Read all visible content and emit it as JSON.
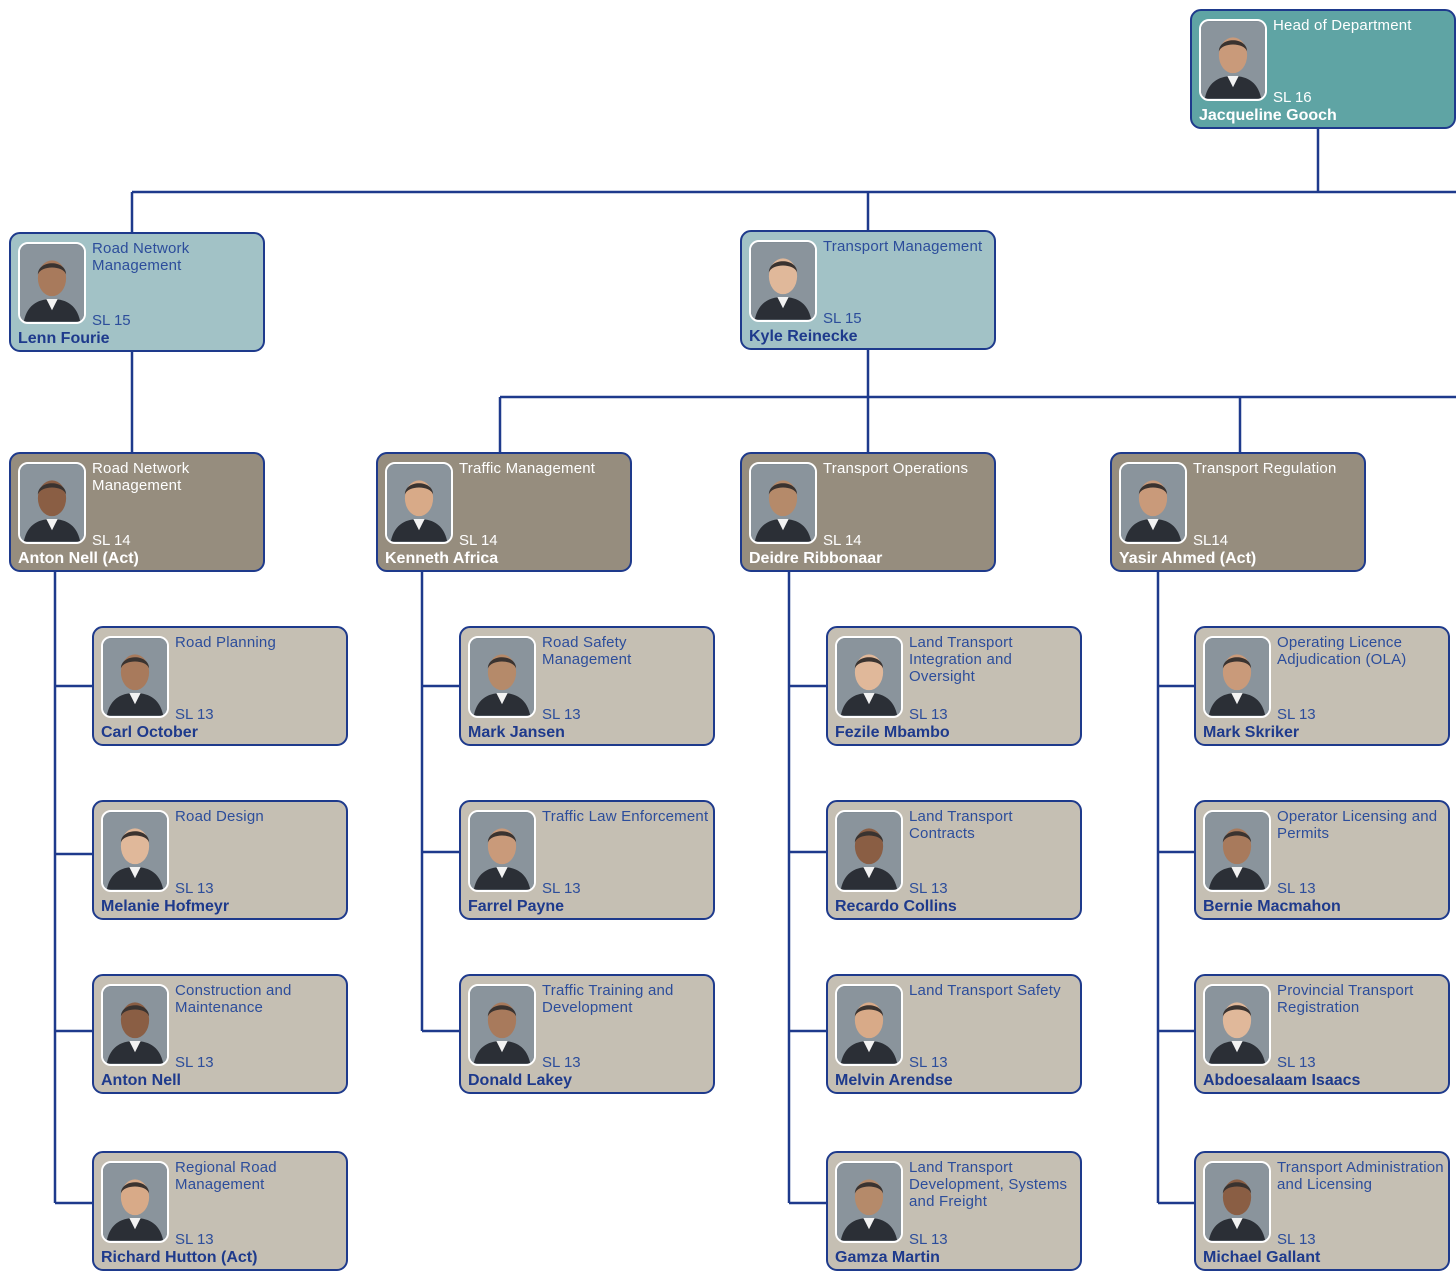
{
  "hod": {
    "title": "Head of Department",
    "sl": "SL 16",
    "name": "Jacqueline Gooch"
  },
  "branches": [
    {
      "title": "Road Network Management",
      "sl": "SL 15",
      "name": "Lenn Fourie",
      "chiefs": [
        {
          "title": "Road Network Management",
          "sl": "SL 14",
          "name": "Anton Nell (Act)",
          "directors": [
            {
              "title": "Road Planning",
              "sl": "SL 13",
              "name": "Carl October"
            },
            {
              "title": "Road Design",
              "sl": "SL 13",
              "name": "Melanie Hofmeyr"
            },
            {
              "title": "Construction and Maintenance",
              "sl": "SL 13",
              "name": "Anton Nell"
            },
            {
              "title": "Regional Road Management",
              "sl": "SL 13",
              "name": "Richard Hutton (Act)"
            }
          ]
        }
      ]
    },
    {
      "title": "Transport Management",
      "sl": "SL 15",
      "name": "Kyle Reinecke",
      "chiefs": [
        {
          "title": "Traffic Management",
          "sl": "SL 14",
          "name": "Kenneth Africa",
          "directors": [
            {
              "title": "Road Safety Management",
              "sl": "SL 13",
              "name": "Mark Jansen"
            },
            {
              "title": "Traffic Law Enforcement",
              "sl": "SL 13",
              "name": "Farrel Payne"
            },
            {
              "title": "Traffic Training and Development",
              "sl": "SL 13",
              "name": "Donald Lakey"
            }
          ]
        },
        {
          "title": "Transport Operations",
          "sl": "SL 14",
          "name": "Deidre Ribbonaar",
          "directors": [
            {
              "title": "Land Transport Integration and Oversight",
              "sl": "SL 13",
              "name": "Fezile Mbambo"
            },
            {
              "title": "Land Transport Contracts",
              "sl": "SL 13",
              "name": "Recardo Collins"
            },
            {
              "title": "Land Transport Safety",
              "sl": "SL 13",
              "name": "Melvin Arendse"
            },
            {
              "title": "Land Transport Development, Systems and Freight",
              "sl": "SL 13",
              "name": "Gamza Martin"
            }
          ]
        },
        {
          "title": "Transport Regulation",
          "sl": "SL14",
          "name": "Yasir Ahmed (Act)",
          "directors": [
            {
              "title": "Operating Licence Adjudication (OLA)",
              "sl": "SL 13",
              "name": "Mark Skriker"
            },
            {
              "title": "Operator Licensing and Permits",
              "sl": "SL 13",
              "name": "Bernie Macmahon"
            },
            {
              "title": "Provincial Transport Registration",
              "sl": "SL 13",
              "name": "Abdoesalaam Isaacs"
            },
            {
              "title": "Transport Administration and Licensing",
              "sl": "SL 13",
              "name": "Michael Gallant"
            }
          ]
        }
      ]
    }
  ]
}
